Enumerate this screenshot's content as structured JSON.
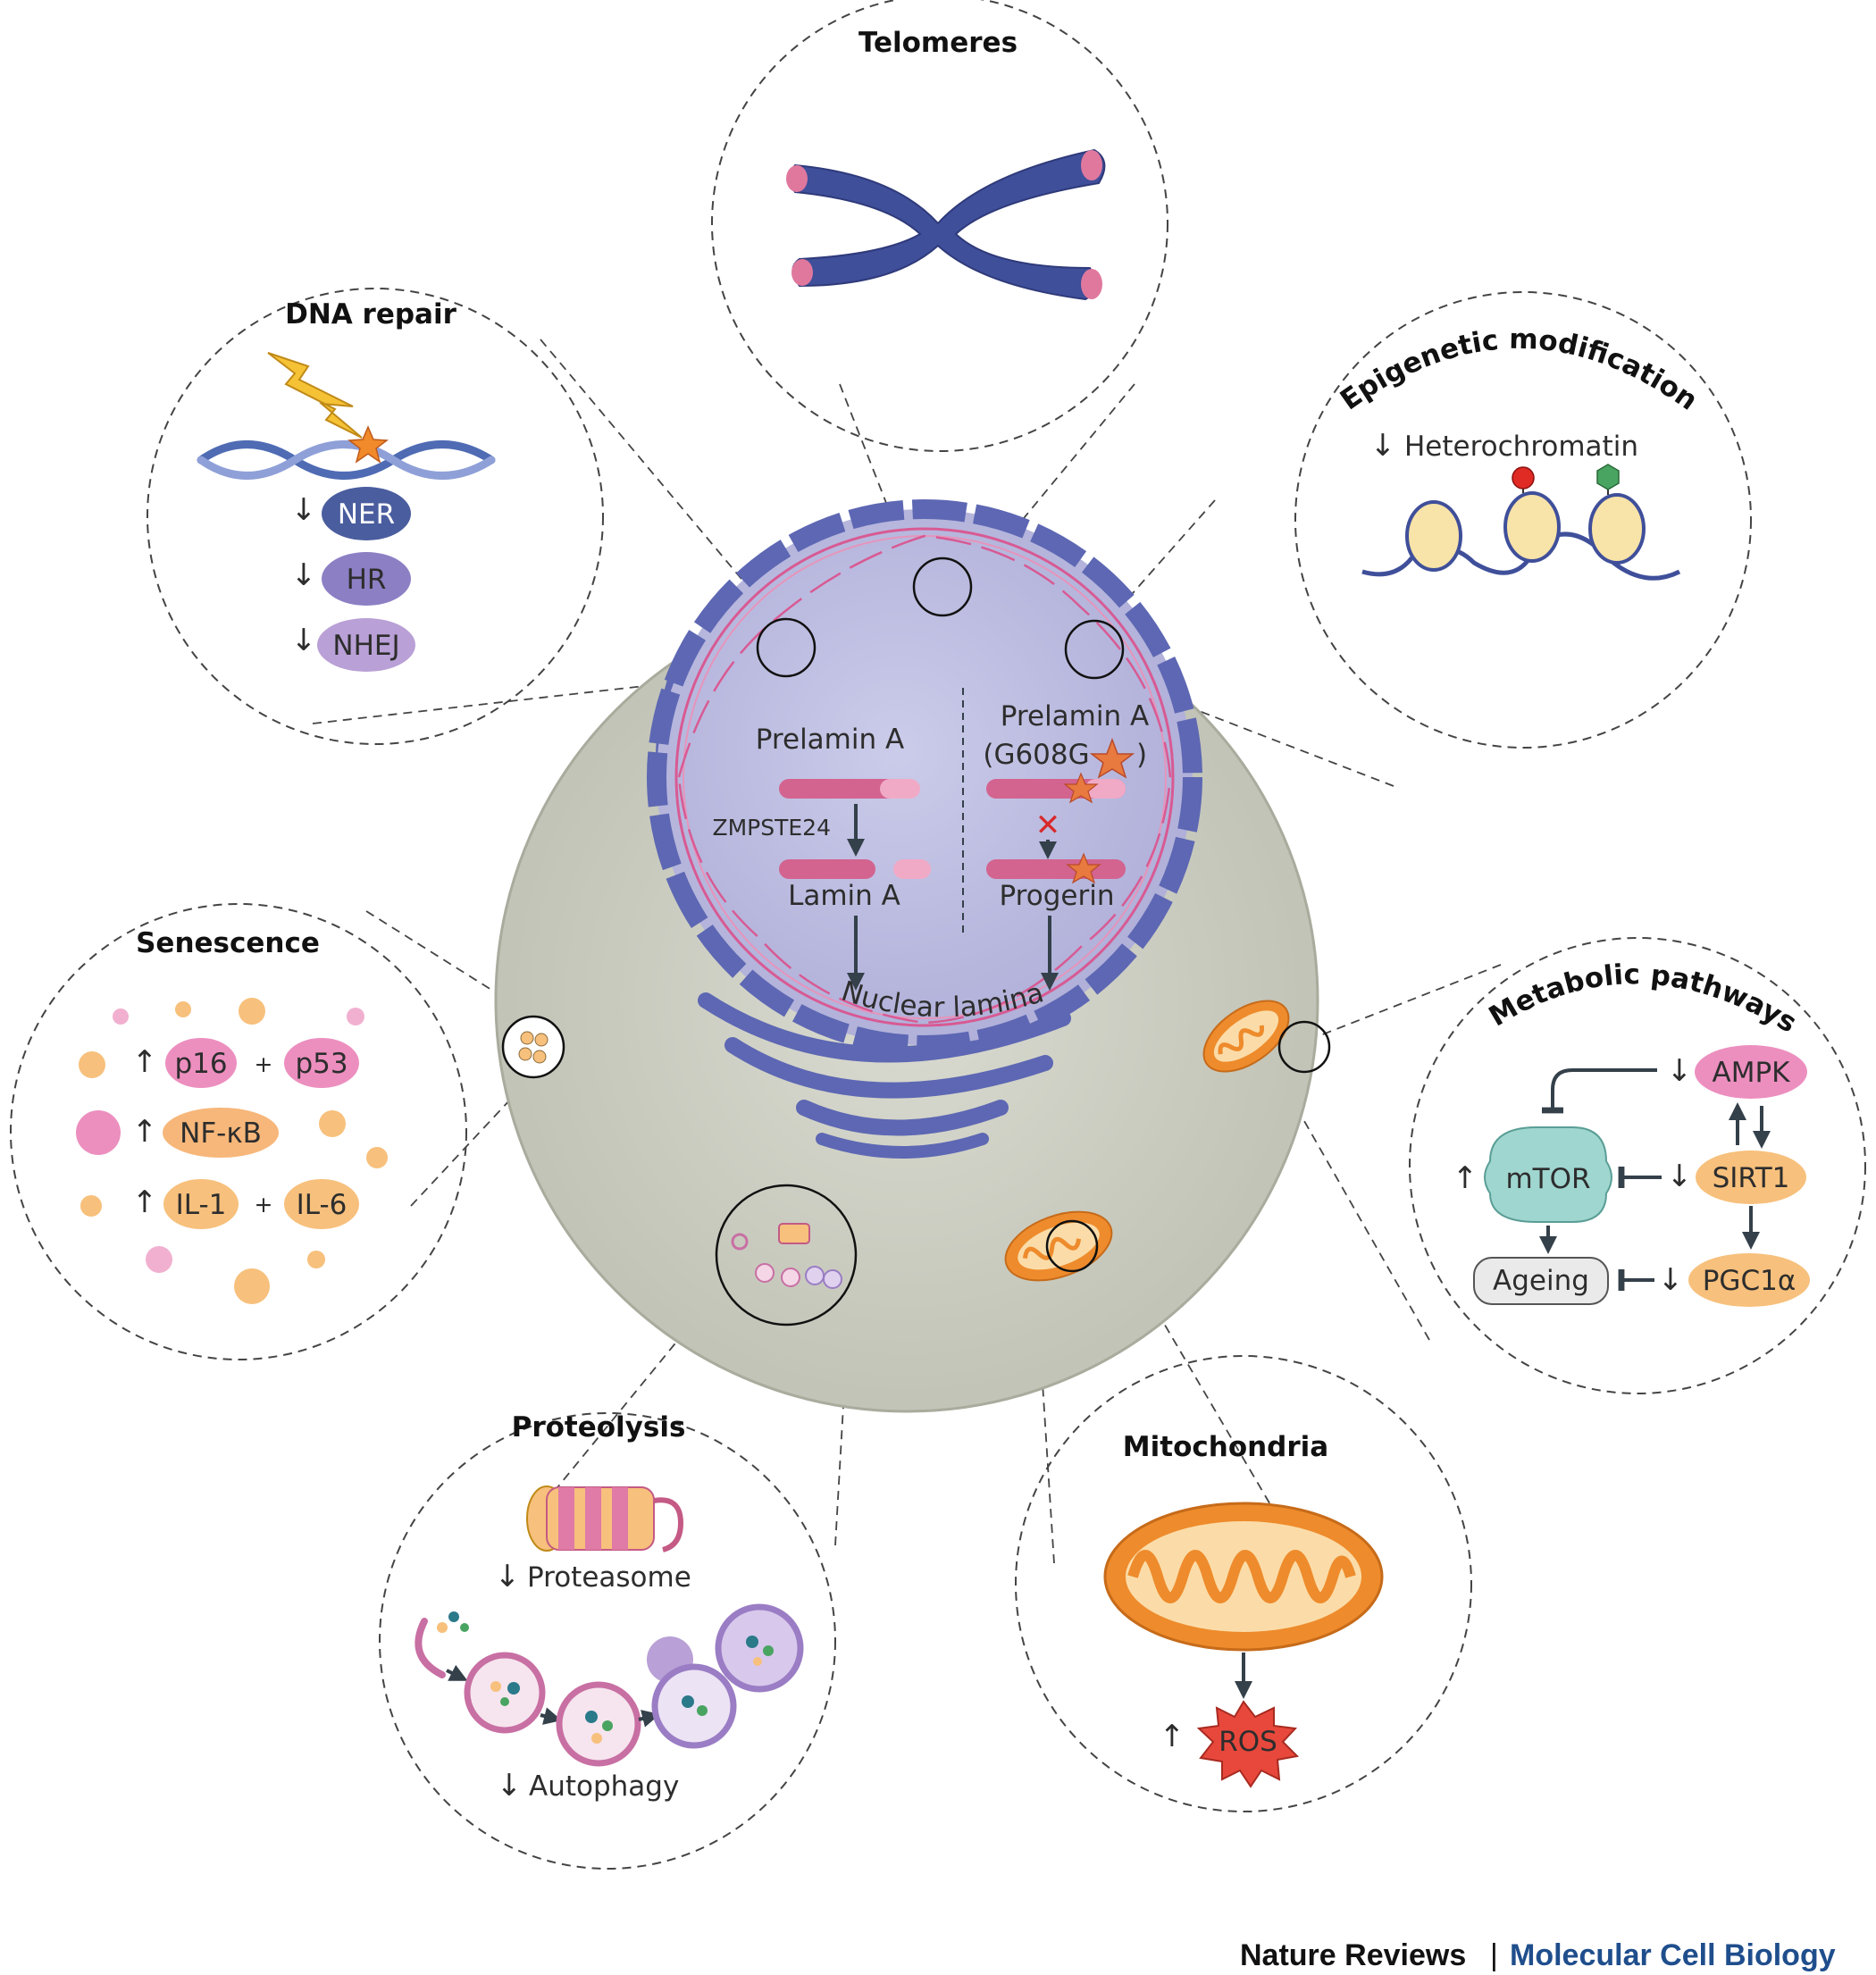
{
  "titles": {
    "telomeres": "Telomeres",
    "dna_repair": "DNA repair",
    "epigenetic": "Epigenetic modifications",
    "senescence": "Senescence",
    "metabolic": "Metabolic pathways",
    "proteolysis": "Proteolysis",
    "mitochondria": "Mitochondria"
  },
  "symbols": {
    "down": "↓",
    "up": "↑",
    "plus": "+"
  },
  "dna_repair": {
    "items": [
      "NER",
      "HR",
      "NHEJ"
    ]
  },
  "epigenetic": {
    "label": "Heterochromatin"
  },
  "senescence": {
    "p16": "p16",
    "p53": "p53",
    "nfkb": "NF-κB",
    "il1": "IL-1",
    "il6": "IL-6"
  },
  "metabolic": {
    "ampk": "AMPK",
    "mtor": "mTOR",
    "sirt1": "SIRT1",
    "ageing": "Ageing",
    "pgc1a": "PGC1α"
  },
  "proteolysis": {
    "proteasome": "Proteasome",
    "autophagy": "Autophagy"
  },
  "mitochondria": {
    "ros": "ROS"
  },
  "nucleus": {
    "prelamin_a": "Prelamin A",
    "prelamin_a_mut_line1": "Prelamin A",
    "prelamin_a_mut_line2_pre": "(G608G",
    "prelamin_a_mut_line2_post": ")",
    "zmpste24": "ZMPSTE24",
    "lamin_a": "Lamin A",
    "progerin": "Progerin",
    "nuclear_lamina": "Nuclear lamina"
  },
  "footer": {
    "journal": "Nature Reviews",
    "separator": "|",
    "section": "Molecular Cell Biology"
  },
  "colors": {
    "nucleus": "#b8b8de",
    "cell": "#c9cbbe",
    "pink": "#e07aa6",
    "purple": "#b9a0d6",
    "orange": "#f7c07c",
    "mito": "#ee8b2c",
    "ros": "#e8483c",
    "heterochromatin_red": "#e02a24",
    "heterochromatin_green": "#49a461",
    "footer_blue": "#1f4e8c"
  }
}
